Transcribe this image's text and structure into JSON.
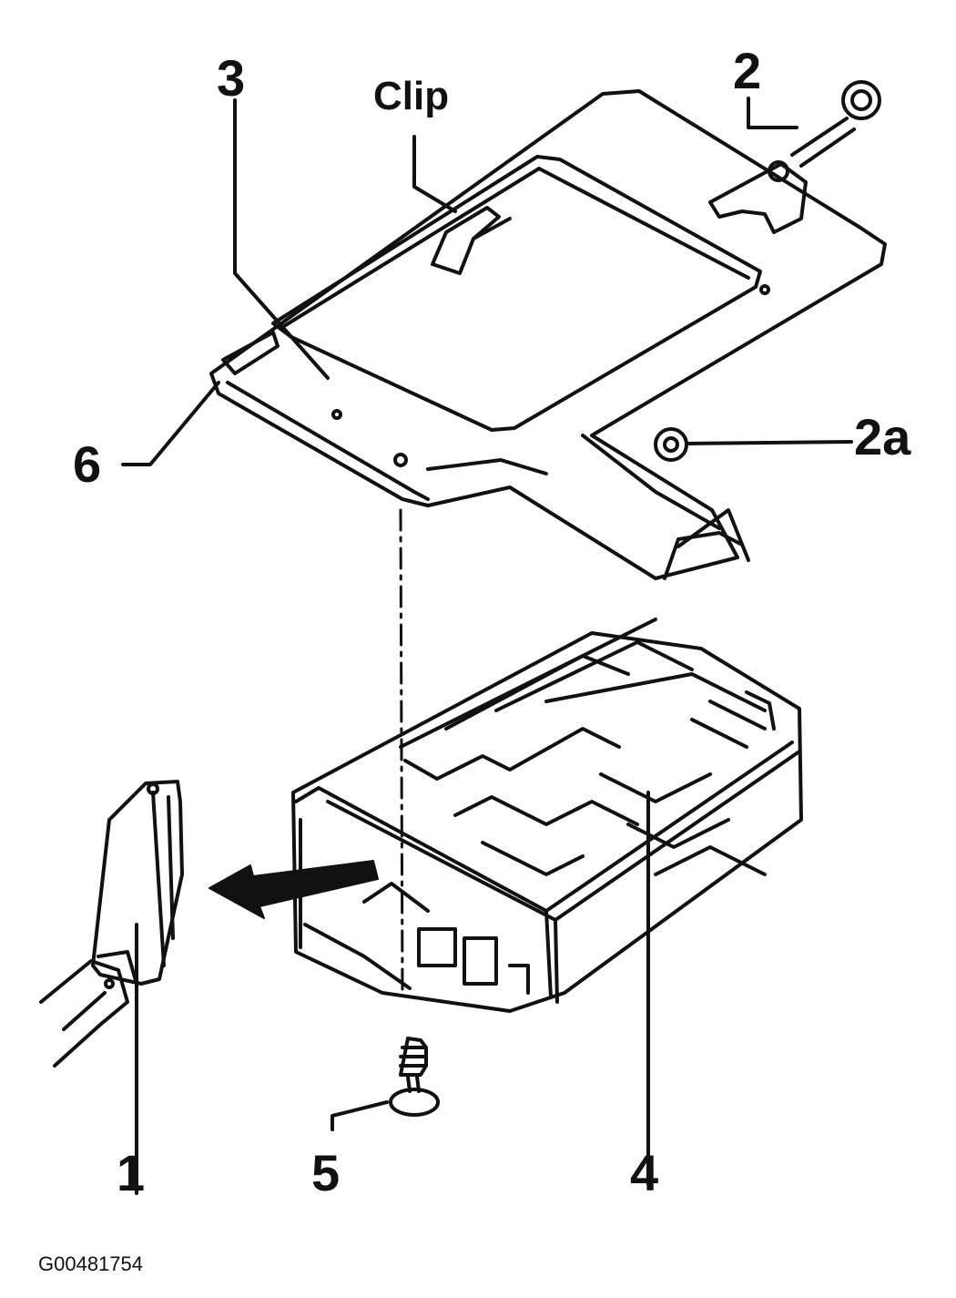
{
  "diagram": {
    "callouts": {
      "c1": "1",
      "c2": "2",
      "c2a": "2a",
      "c3": "3",
      "c4": "4",
      "c5": "5",
      "c6": "6",
      "clip": "Clip"
    },
    "figure_code": "G00481754",
    "colors": {
      "ink": "#111111",
      "paper": "#ffffff"
    }
  }
}
